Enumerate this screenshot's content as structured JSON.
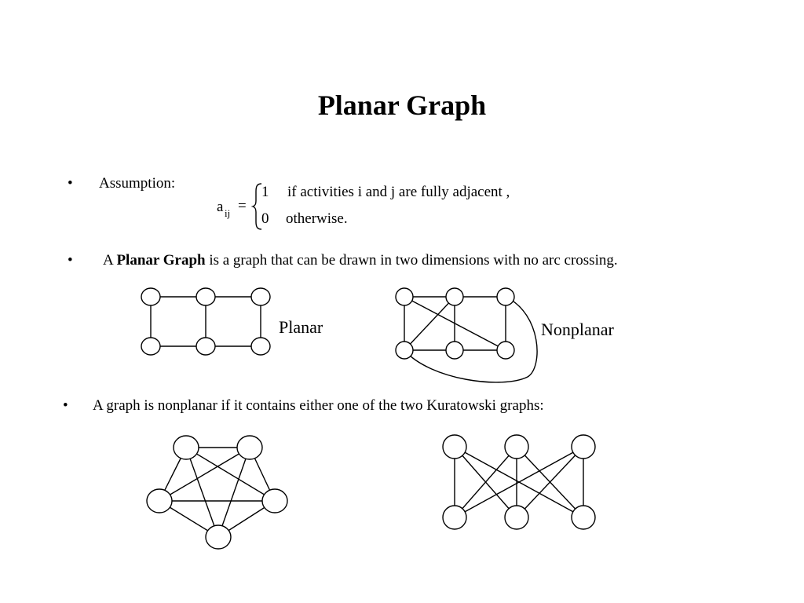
{
  "slide": {
    "title": "Planar Graph",
    "bullet_char": "•",
    "bullets": [
      {
        "text": "Assumption:"
      },
      {
        "prefix": "A ",
        "bold": "Planar Graph",
        "suffix": " is a graph that can be drawn in two dimensions with no arc crossing."
      },
      {
        "text": "A graph is nonplanar if it contains either one of the two Kuratowski graphs:"
      }
    ],
    "formula": {
      "lhs": "a",
      "lhs_subscript": "ij",
      "equals": "=",
      "case_1_value": "1",
      "case_1_condition": "if activities i and  j are fully adjacent ,",
      "case_2_value": "0",
      "case_2_condition": "otherwise."
    },
    "graph_labels": {
      "planar": "Planar",
      "nonplanar": "Nonplanar"
    }
  }
}
